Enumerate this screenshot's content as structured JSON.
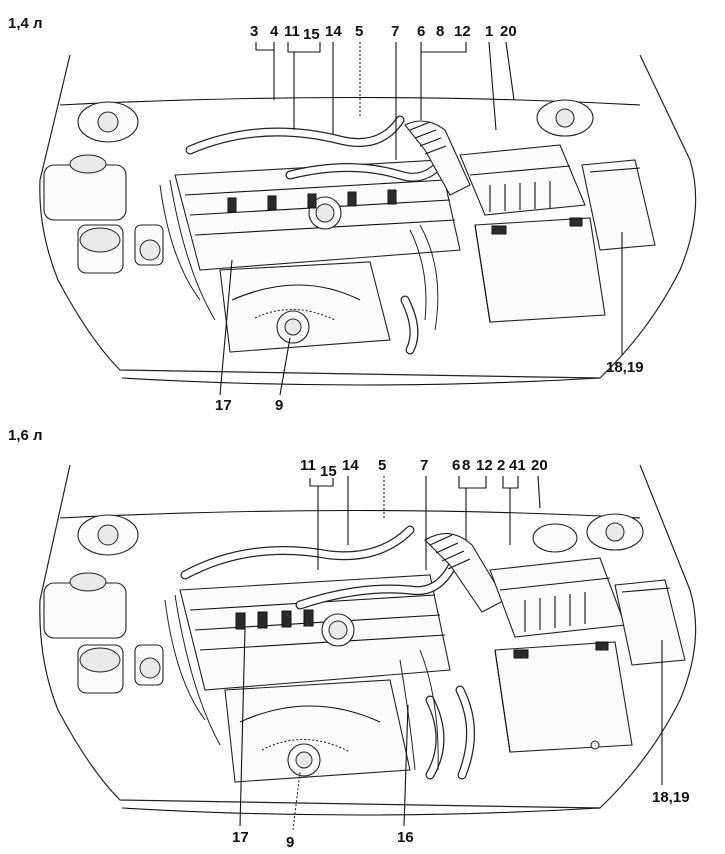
{
  "diagrams": [
    {
      "title": "1,4 л",
      "top_labels": [
        "3",
        "4",
        "11",
        "15",
        "14",
        "5",
        "7",
        "6",
        "8",
        "12",
        "1",
        "20"
      ],
      "bottom_labels": [
        "17",
        "9"
      ],
      "side_labels": [
        "18,19"
      ]
    },
    {
      "title": "1,6 л",
      "top_labels": [
        "11",
        "15",
        "14",
        "5",
        "7",
        "6",
        "8",
        "12",
        "2",
        "41",
        "20"
      ],
      "bottom_labels": [
        "17",
        "9",
        "16"
      ],
      "side_labels": [
        "18,19"
      ]
    }
  ],
  "icons": {
    "engine_bay": "engine-compartment-drawing"
  }
}
